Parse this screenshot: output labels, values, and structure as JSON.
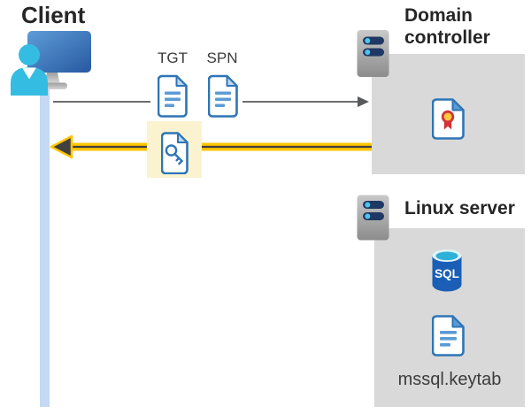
{
  "labels": {
    "client": "Client",
    "domain_controller": "Domain controller",
    "linux_server": "Linux server",
    "tgt": "TGT",
    "spn": "SPN",
    "keytab_file": "mssql.keytab"
  },
  "icons": {
    "sql_label": "SQL",
    "client": "user-at-monitor-icon",
    "domain_server": "server-icon",
    "linux_server": "server-icon",
    "certificate": "certificate-document-icon",
    "tgt_document": "document-icon",
    "spn_document": "document-icon",
    "key_ticket": "key-document-icon",
    "sql_database": "sql-database-icon",
    "keytab_document": "document-icon"
  },
  "colors": {
    "text_dark": "#262626",
    "panel_gray": "#D9D9D9",
    "client_bar": "#C3D9F4",
    "highlight": "#FBF3CF",
    "arrow_yellow": "#FDC500",
    "arrow_dark": "#404040",
    "arrow_gray": "#58595B",
    "doc_blue": "#2E75B6",
    "doc_line_blue": "#5B9BD5",
    "fold_light": "#BDD7EE",
    "sql_body": "#1A5FB5",
    "sql_top": "#2FB0D6",
    "server_pill": "#1F3864",
    "server_dot": "#4DC5EC",
    "person_cyan": "#35BCE2",
    "cert_red": "#D13438",
    "cert_yellow": "#FFC83D"
  }
}
